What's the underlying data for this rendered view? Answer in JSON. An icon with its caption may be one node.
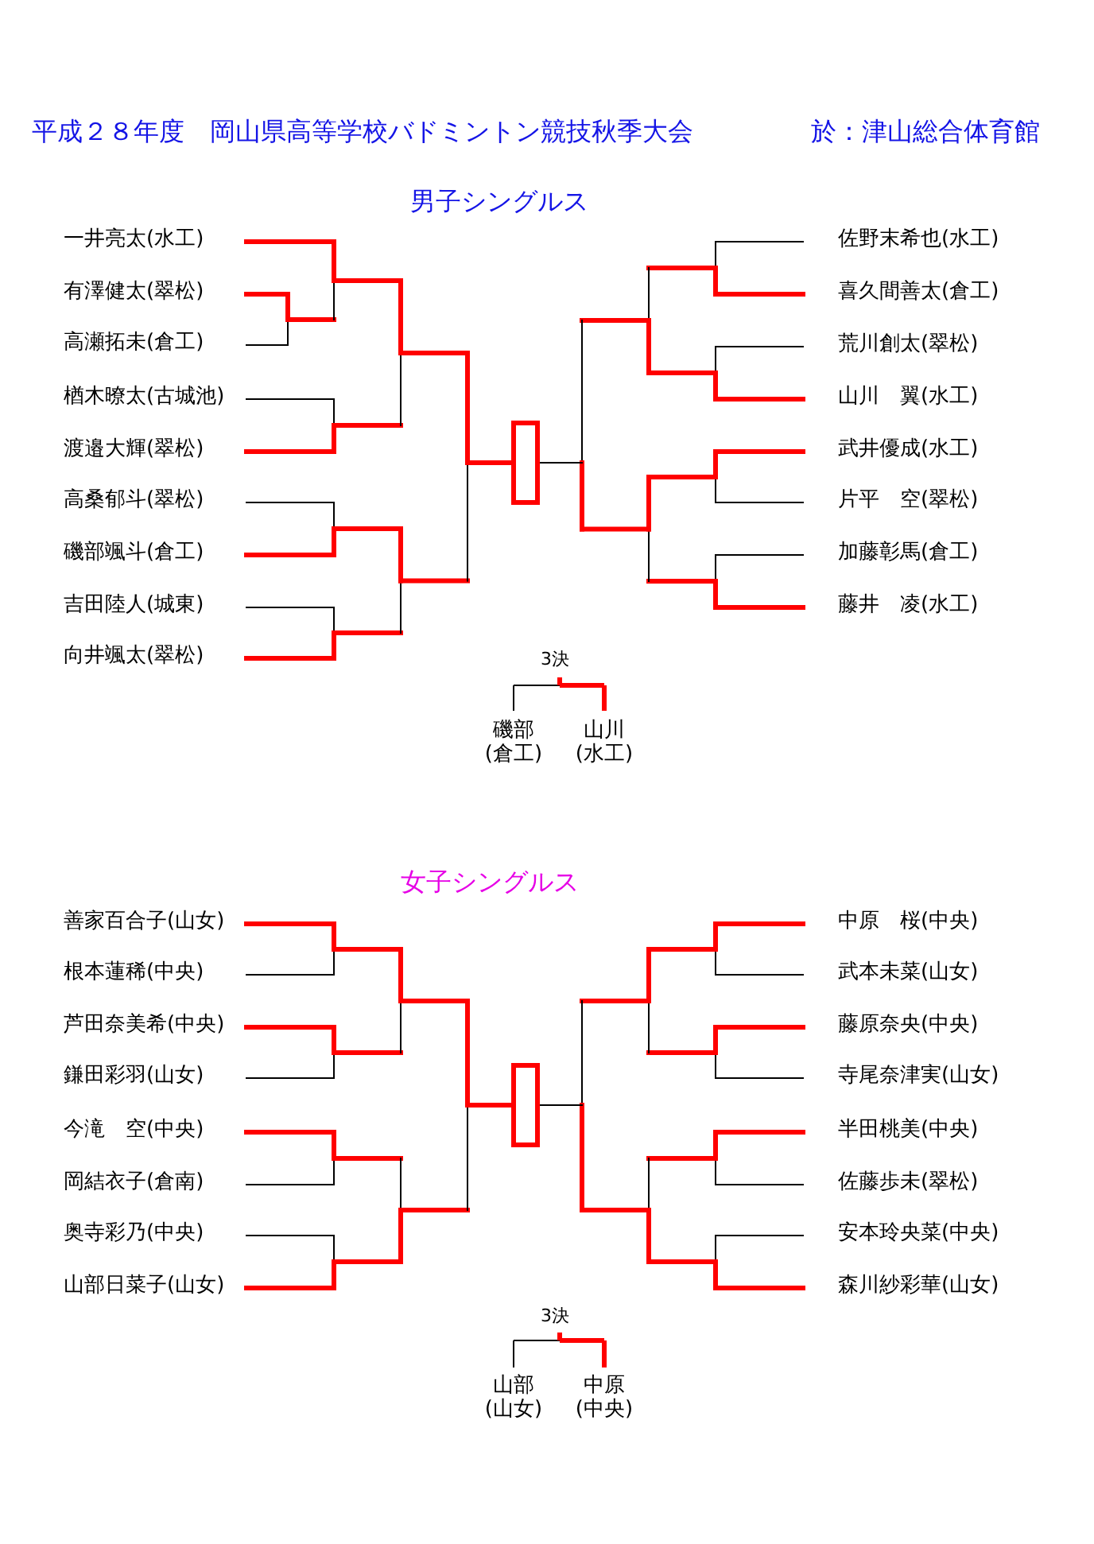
{
  "diagram": {
    "title": "平成２８年度　岡山県高等学校バドミントン競技秋季大会",
    "labels": [
      "於：津山総合体育館",
      "男子シングルス",
      "一井亮太(水工)",
      "有澤健太(翠松)",
      "高瀬拓未(倉工)",
      "楢木暸太(古城池)",
      "渡邉大輝(翠松)",
      "高桑郁斗(翠松)",
      "磯部颯斗(倉工)",
      "吉田陸人(城東)",
      "向井颯太(翠松)",
      "佐野末希也(水工)",
      "喜久間善太(倉工)",
      "荒川創太(翠松)",
      "山川　翼(水工)",
      "武井優成(水工)",
      "片平　空(翠松)",
      "加藤彰馬(倉工)",
      "藤井　凌(水工)",
      "3決",
      "磯部(倉工)",
      "山川(水工)",
      "女子シングルス",
      "善家百合子(山女)",
      "根本蓮稀(中央)",
      "芦田奈美希(中央)",
      "鎌田彩羽(山女)",
      "今滝　空(中央)",
      "岡結衣子(倉南)",
      "奥寺彩乃(中央)",
      "山部日菜子(山女)",
      "中原　桜(中央)",
      "武本未菜(山女)",
      "藤原奈央(中央)",
      "寺尾奈津実(山女)",
      "半田桃美(中央)",
      "佐藤歩未(翠松)",
      "安本玲央菜(中央)",
      "森川紗彩華(山女)",
      "3決",
      "山部(山女)",
      "中原(中央)"
    ]
  }
}
